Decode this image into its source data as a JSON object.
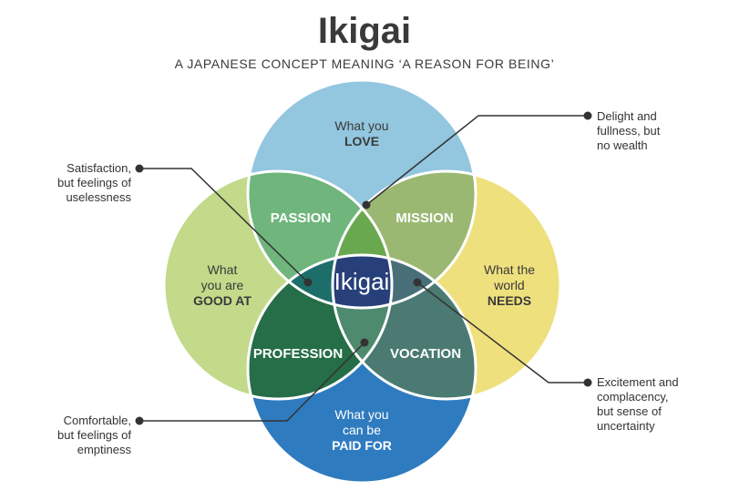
{
  "header": {
    "title": "Ikigai",
    "subtitle": "A JAPANESE CONCEPT MEANING ‘A REASON FOR BEING’"
  },
  "circles": {
    "love": {
      "line1": "What you",
      "line2": "LOVE",
      "color": "#93c6df"
    },
    "good_at": {
      "line1": "What",
      "line2": "you are",
      "line3": "GOOD AT",
      "color": "#c2da8a"
    },
    "needs": {
      "line1": "What the",
      "line2": "world",
      "line3": "NEEDS",
      "color": "#efe07e"
    },
    "paid": {
      "line1": "What you",
      "line2": "can be",
      "line3": "PAID FOR",
      "color": "#2f7bbf"
    }
  },
  "regions": {
    "passion": {
      "label": "PASSION",
      "color": "#6fb57c"
    },
    "mission": {
      "label": "MISSION",
      "color": "#9ab872"
    },
    "profession": {
      "label": "PROFESSION",
      "color": "#256e47"
    },
    "vocation": {
      "label": "VOCATION",
      "color": "#4a7a72"
    },
    "center": {
      "label": "Ikigai",
      "color": "#27407a"
    }
  },
  "notes": {
    "satisfaction": {
      "line1": "Satisfaction,",
      "line2": "but feelings of",
      "line3": "uselessness"
    },
    "delight": {
      "line1": "Delight and",
      "line2": "fullness, but",
      "line3": "no wealth"
    },
    "comfortable": {
      "line1": "Comfortable,",
      "line2": "but feelings of",
      "line3": "emptiness"
    },
    "excitement": {
      "line1": "Excitement and",
      "line2": "complacency,",
      "line3": "but sense of",
      "line4": "uncertainty"
    }
  }
}
